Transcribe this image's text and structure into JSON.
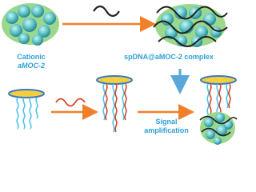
{
  "labels": {
    "cationic_line1": "Cationic",
    "cationic_line2": "aMOC-2",
    "complex": "spDNA@aMOC-2 complex",
    "signal_line1": "Signal",
    "signal_line2": "amplification"
  },
  "colors": {
    "label_text": "#2f9fd4",
    "arrow_orange": "#f07f2a",
    "arrow_blue": "#5aa7dc",
    "cluster_green": "#9bd88c",
    "cluster_sphere": "#5fc3c8",
    "dna_dark": "#222222",
    "dna_red": "#d9432a",
    "dna_cyan": "#4cc3e8",
    "plate_yellow": "#f2cf3f",
    "plate_blue": "#3b78c4"
  }
}
